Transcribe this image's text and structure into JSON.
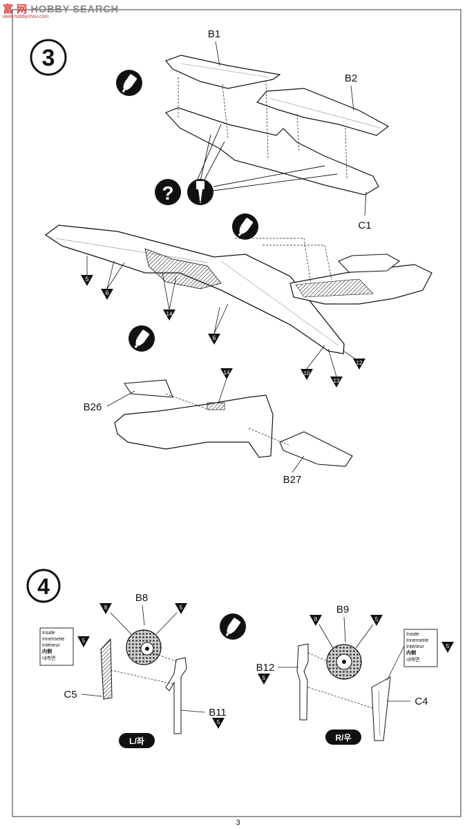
{
  "watermark": {
    "main": "HOBBY SEARCH",
    "sub": "www.hobbyshou.com",
    "logo_text": "富 网"
  },
  "page_number": "3",
  "step3": {
    "number": "3",
    "part_labels": {
      "B1": "B1",
      "B2": "B2",
      "C1": "C1",
      "B26": "B26",
      "B27": "B27"
    },
    "callouts": [
      "5",
      "6",
      "14",
      "6",
      "10",
      "13",
      "12",
      "14"
    ],
    "question_mark": "?"
  },
  "step4": {
    "number": "4",
    "part_labels": {
      "B8": "B8",
      "B9": "B9",
      "C5": "C5",
      "C4": "C4",
      "B11": "B11",
      "B12": "B12"
    },
    "callouts": {
      "left_wheel_a": "8",
      "left_wheel_b": "5",
      "left_inside": "5",
      "left_b11": "5",
      "right_wheel_a": "8",
      "right_wheel_b": "5",
      "right_inside": "5",
      "right_b12": "5"
    },
    "inside_note": [
      "Inside",
      "Innenseite",
      "Intérieur",
      "内側",
      "내측면"
    ],
    "left_badge": "L/좌",
    "right_badge": "R/우"
  },
  "colors": {
    "line": "#111111",
    "shade": "#444444",
    "paper": "#ffffff"
  },
  "icons": [
    "glue-tube-icon",
    "question-mark-icon",
    "drill-bit-icon",
    "callout-triangle-icon"
  ]
}
